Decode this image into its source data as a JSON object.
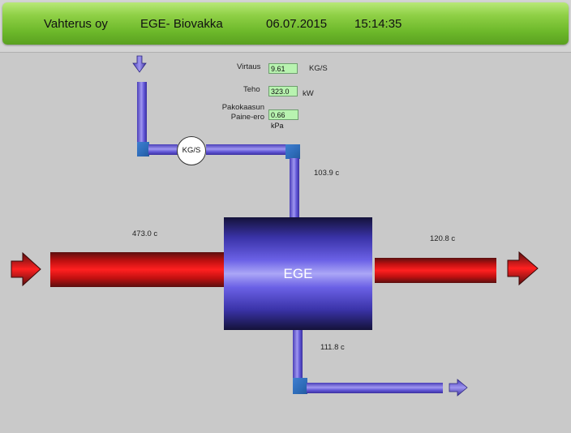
{
  "header": {
    "company": "Vahterus oy",
    "system": "EGE- Biovakka",
    "date": "06.07.2015",
    "time": "15:14:35"
  },
  "readings": {
    "flow": {
      "label": "Virtaus",
      "value": "9.61",
      "unit": "KG/S"
    },
    "power": {
      "label": "Teho",
      "value": "323.0",
      "unit": "kW"
    },
    "pressure": {
      "label_line1": "Pakokaasun",
      "label_line2": "Paine-ero",
      "value": "0.66 kPa"
    }
  },
  "meter": {
    "label": "KG/S"
  },
  "temperatures": {
    "water_in": "103.9 c",
    "gas_in": "473.0 c",
    "gas_out": "120.8 c",
    "water_out": "111.8 c"
  },
  "equipment": {
    "label": "EGE"
  },
  "colors": {
    "header_green": "#6cb82a",
    "hot_gas": "#e01010",
    "water_pipe": "#6b61e6",
    "value_box": "#b8f3b0"
  }
}
